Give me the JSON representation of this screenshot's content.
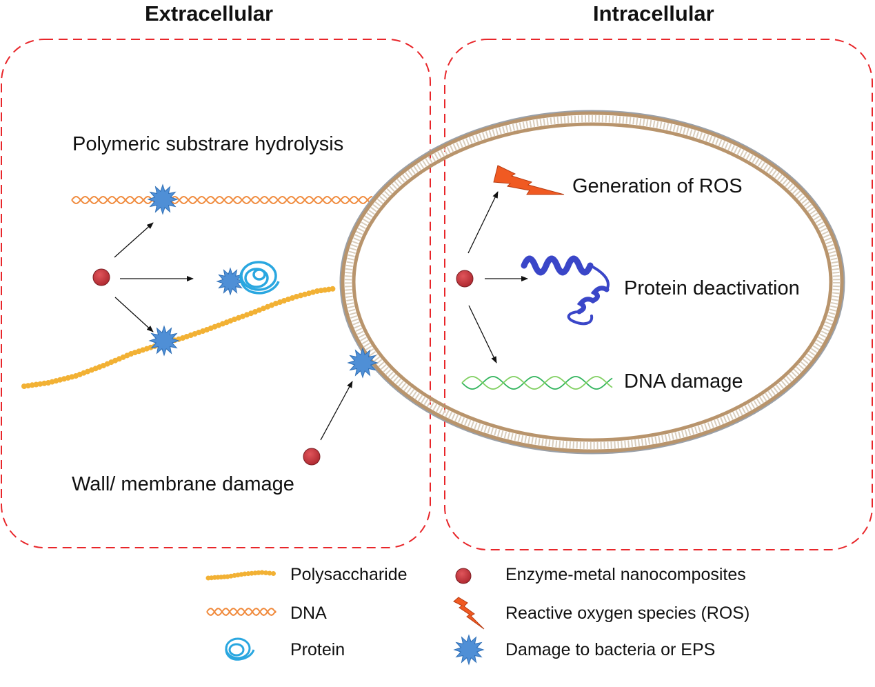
{
  "sections": {
    "extracellular_title": "Extracellular",
    "intracellular_title": "Intracellular"
  },
  "labels": {
    "hydrolysis": "Polymeric substrare hydrolysis",
    "wall_damage": "Wall/ membrane damage",
    "ros": "Generation of ROS",
    "protein_deactivation": "Protein deactivation",
    "dna_damage": "DNA damage"
  },
  "legend": [
    {
      "icon": "polysaccharide-chain-icon",
      "label": "Polysaccharide"
    },
    {
      "icon": "dna-helix-icon",
      "label": "DNA"
    },
    {
      "icon": "protein-coil-icon",
      "label": "Protein"
    },
    {
      "icon": "nanocomposite-dot-icon",
      "label": "Enzyme-metal nanocomposites"
    },
    {
      "icon": "lightning-bolt-icon",
      "label": "Reactive oxygen species (ROS)"
    },
    {
      "icon": "damage-star-icon",
      "label": "Damage to bacteria or EPS"
    }
  ],
  "colors": {
    "dashed_border": "#e8262a",
    "membrane": "#b8946c",
    "nanocomposite": "#c8333a",
    "damage_star": "#4f8fd6",
    "polysaccharide": "#f2b134",
    "dna_extracellular": "#f08a3c",
    "dna_intracellular": "#2fb35a",
    "protein_coil": "#2aa7e0",
    "ros_bolt": "#f05a22",
    "protein_ribbon": "#3a46c8"
  }
}
